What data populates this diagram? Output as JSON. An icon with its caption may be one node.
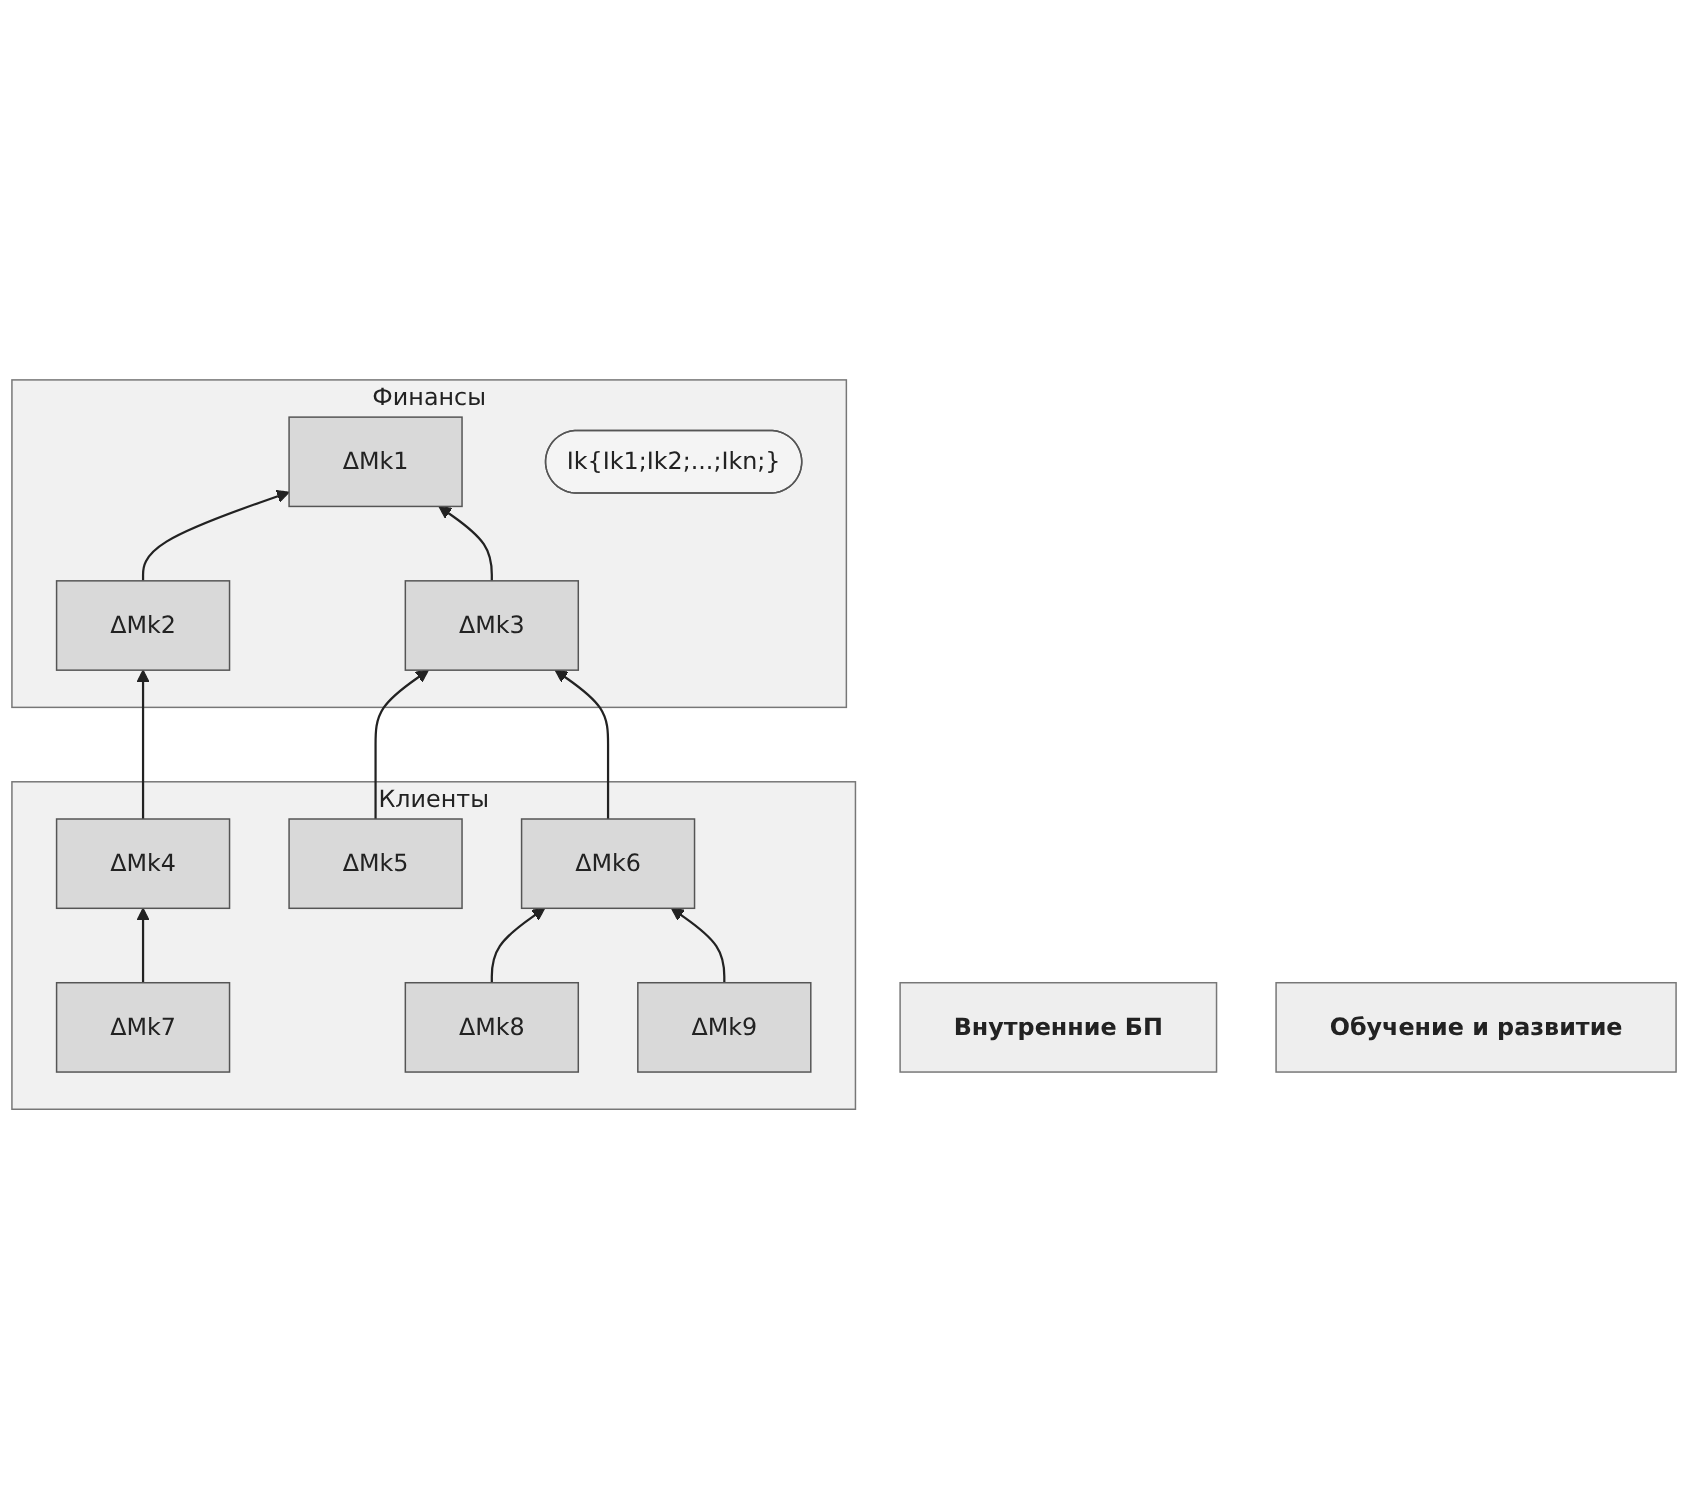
{
  "diagram": {
    "nodes": [
      {
        "text": [
          "Финансы"
        ]
      },
      {
        "text": [
          "ΔMk1"
        ],
        "in": 0
      },
      {
        "text": [
          "Ik{Ik1;Ik2;...;Ikn;}"
        ],
        "in": 0
      },
      {
        "text": [
          "ΔMk2"
        ],
        "in": 0
      },
      {
        "text": [
          "ΔMk3"
        ],
        "in": 0
      },
      {
        "text": [
          "Клиенты"
        ]
      },
      {
        "text": [
          "ΔMk4"
        ],
        "in": 5
      },
      {
        "text": [
          "ΔMk5"
        ],
        "in": 5
      },
      {
        "text": [
          "ΔMk6"
        ],
        "in": 5
      },
      {
        "text": [
          "ΔMk7"
        ],
        "in": 5
      },
      {
        "text": [
          "ΔMk8"
        ],
        "in": 5
      },
      {
        "text": [
          "ΔMk9"
        ],
        "in": 5
      },
      {
        "text": [
          "Внутренние БП"
        ]
      },
      {
        "text": [
          "Обучение и развитие"
        ]
      }
    ],
    "edges": [
      {
        "from": 3,
        "to": 1,
        "arrow": "to"
      },
      {
        "from": 4,
        "to": 1,
        "arrow": "to"
      },
      {
        "from": 6,
        "to": 3,
        "arrow": "to"
      },
      {
        "from": 7,
        "to": 4,
        "arrow": "to"
      },
      {
        "from": 8,
        "to": 4,
        "arrow": "to"
      },
      {
        "from": 9,
        "to": 6,
        "arrow": "to"
      },
      {
        "from": 10,
        "to": 8,
        "arrow": "to"
      },
      {
        "from": 11,
        "to": 8,
        "arrow": "to"
      }
    ]
  }
}
